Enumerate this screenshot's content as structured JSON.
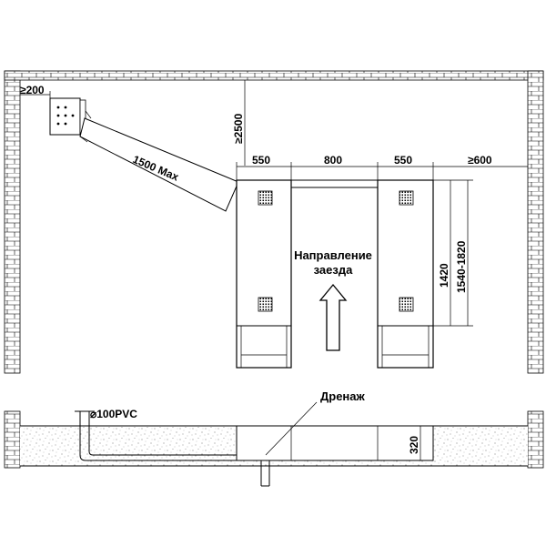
{
  "plan": {
    "clearance_left": "≥200",
    "clearance_top": "≥2500",
    "clearance_right": "≥600",
    "hose_length": "1500 Max",
    "dim_left_post": "550",
    "dim_gap": "800",
    "dim_right_post": "550",
    "dim_inner_height": "1420",
    "dim_outer_height": "1540-1820",
    "direction_line1": "Направление",
    "direction_line2": "заезда"
  },
  "section": {
    "pipe_label": "⌀100PVC",
    "drain_label": "Дренаж",
    "depth": "320"
  },
  "colors": {
    "line": "#000000",
    "sand": "#c8c8c8"
  }
}
